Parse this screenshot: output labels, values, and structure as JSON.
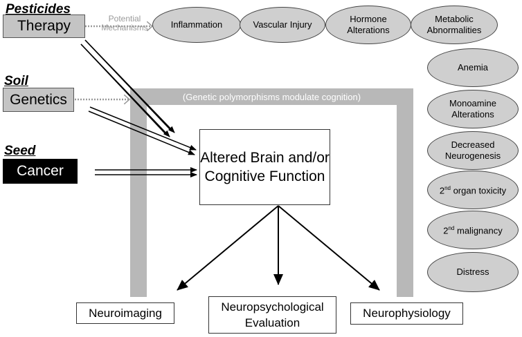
{
  "sources": [
    {
      "category": "Pesticides",
      "name": "Therapy"
    },
    {
      "category": "Soil",
      "name": "Genetics"
    },
    {
      "category": "Seed",
      "name": "Cancer"
    }
  ],
  "mechanisms_label": {
    "line1": "Potential",
    "line2": "Mechanisms"
  },
  "genetic_frame_label": "(Genetic polymorphisms modulate cognition)",
  "center_box": {
    "line1": "Altered Brain and/or",
    "line2": "Cognitive Function"
  },
  "outcomes": [
    {
      "line1": "Neuroimaging",
      "line2": ""
    },
    {
      "line1": "Neuropsychological",
      "line2": "Evaluation"
    },
    {
      "line1": "Neurophysiology",
      "line2": ""
    }
  ],
  "mechanisms_top": [
    {
      "line1": "Inflammation",
      "line2": ""
    },
    {
      "line1": "Vascular Injury",
      "line2": ""
    },
    {
      "line1": "Hormone",
      "line2": "Alterations"
    },
    {
      "line1": "Metabolic",
      "line2": "Abnormalities"
    }
  ],
  "mechanisms_side": [
    {
      "line1": "Anemia",
      "line2": ""
    },
    {
      "line1": "Monoamine",
      "line2": "Alterations"
    },
    {
      "line1": "Decreased",
      "line2": "Neurogenesis"
    },
    {
      "pre": "2",
      "sup": "nd",
      "post": " organ toxicity"
    },
    {
      "pre": "2",
      "sup": "nd",
      "post": " malignancy"
    },
    {
      "line1": "Distress",
      "line2": ""
    }
  ]
}
